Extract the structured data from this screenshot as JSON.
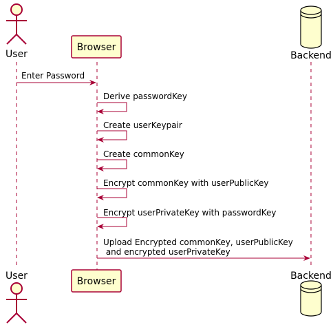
{
  "participants": {
    "user": {
      "label": "User",
      "kind": "actor"
    },
    "browser": {
      "label": "Browser",
      "kind": "participant"
    },
    "backend": {
      "label": "Backend",
      "kind": "database"
    }
  },
  "messages": [
    {
      "from": "user",
      "to": "browser",
      "lines": [
        "Enter Password"
      ]
    },
    {
      "from": "browser",
      "to": "browser",
      "lines": [
        "Derive passwordKey"
      ]
    },
    {
      "from": "browser",
      "to": "browser",
      "lines": [
        "Create userKeypair"
      ]
    },
    {
      "from": "browser",
      "to": "browser",
      "lines": [
        "Create commonKey"
      ]
    },
    {
      "from": "browser",
      "to": "browser",
      "lines": [
        "Encrypt commonKey with userPublicKey"
      ]
    },
    {
      "from": "browser",
      "to": "browser",
      "lines": [
        "Encrypt userPrivateKey with passwordKey"
      ]
    },
    {
      "from": "browser",
      "to": "backend",
      "lines": [
        "Upload Encrypted commonKey, userPublicKey",
        " and encrypted userPrivateKey"
      ]
    }
  ],
  "colors": {
    "arrow": "#A80036",
    "box_fill": "#FEFECE",
    "box_stroke": "#A80036",
    "lifeline": "#A80036"
  }
}
